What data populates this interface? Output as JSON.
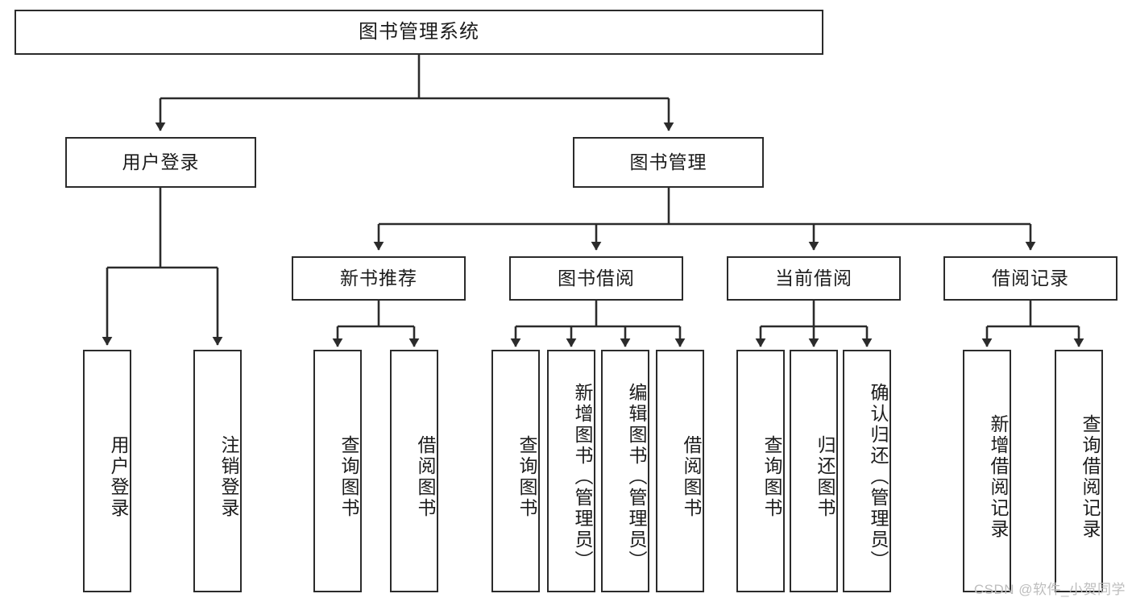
{
  "diagram": {
    "title": "图书管理系统",
    "type": "tree",
    "stroke_color": "#2b2b2b",
    "fill_color": "#ffffff",
    "text_color": "#1c1c1c",
    "root": {
      "label": "图书管理系统"
    },
    "level2": [
      {
        "label": "用户登录"
      },
      {
        "label": "图书管理"
      }
    ],
    "level3": [
      {
        "label": "新书推荐"
      },
      {
        "label": "图书借阅"
      },
      {
        "label": "当前借阅"
      },
      {
        "label": "借阅记录"
      }
    ],
    "leaves_user_login": [
      {
        "label": "用户登录"
      },
      {
        "label": "注销登录"
      }
    ],
    "leaves_new_book": [
      {
        "label": "查询图书"
      },
      {
        "label": "借阅图书"
      }
    ],
    "leaves_borrow": [
      {
        "label": "查询图书"
      },
      {
        "label": "新增图书（管理员）"
      },
      {
        "label": "编辑图书（管理员）"
      },
      {
        "label": "借阅图书"
      }
    ],
    "leaves_current": [
      {
        "label": "查询图书"
      },
      {
        "label": "归还图书"
      },
      {
        "label": "确认归还（管理员）"
      }
    ],
    "leaves_records": [
      {
        "label": "新增借阅记录"
      },
      {
        "label": "查询借阅记录"
      }
    ]
  },
  "watermark": {
    "text": "CSDN @软件_小贺同学"
  }
}
